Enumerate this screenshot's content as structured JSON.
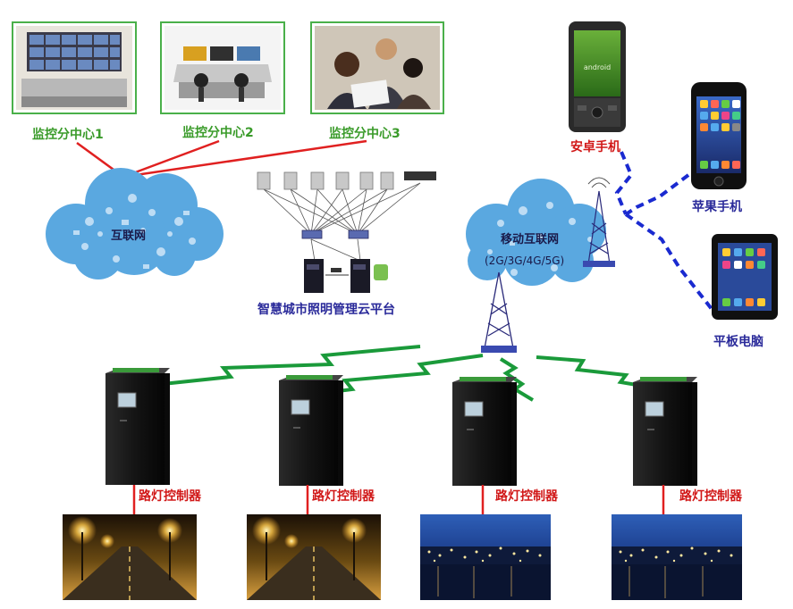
{
  "monitoring_centers": [
    {
      "label": "监控分中心1"
    },
    {
      "label": "监控分中心2"
    },
    {
      "label": "监控分中心3"
    }
  ],
  "clouds": {
    "internet": "互联网",
    "mobile": "移动互联网",
    "mobile_sub": "(2G/3G/4G/5G)"
  },
  "platform": {
    "label": "智慧城市照明管理云平台"
  },
  "devices": {
    "android": "安卓手机",
    "iphone": "苹果手机",
    "tablet": "平板电脑",
    "android_brand": "android"
  },
  "controllers": [
    {
      "label": "路灯控制器"
    },
    {
      "label": "路灯控制器"
    },
    {
      "label": "路灯控制器"
    },
    {
      "label": "路灯控制器"
    }
  ],
  "colors": {
    "green_label": "#3a9b2a",
    "red_label": "#d11818",
    "blue_label": "#2a2a9a",
    "wire_red": "#e02020",
    "wireless_green": "#1a9a3a",
    "wireless_blue": "#1a2ad0",
    "cloud_blue": "#5aa8e0"
  }
}
